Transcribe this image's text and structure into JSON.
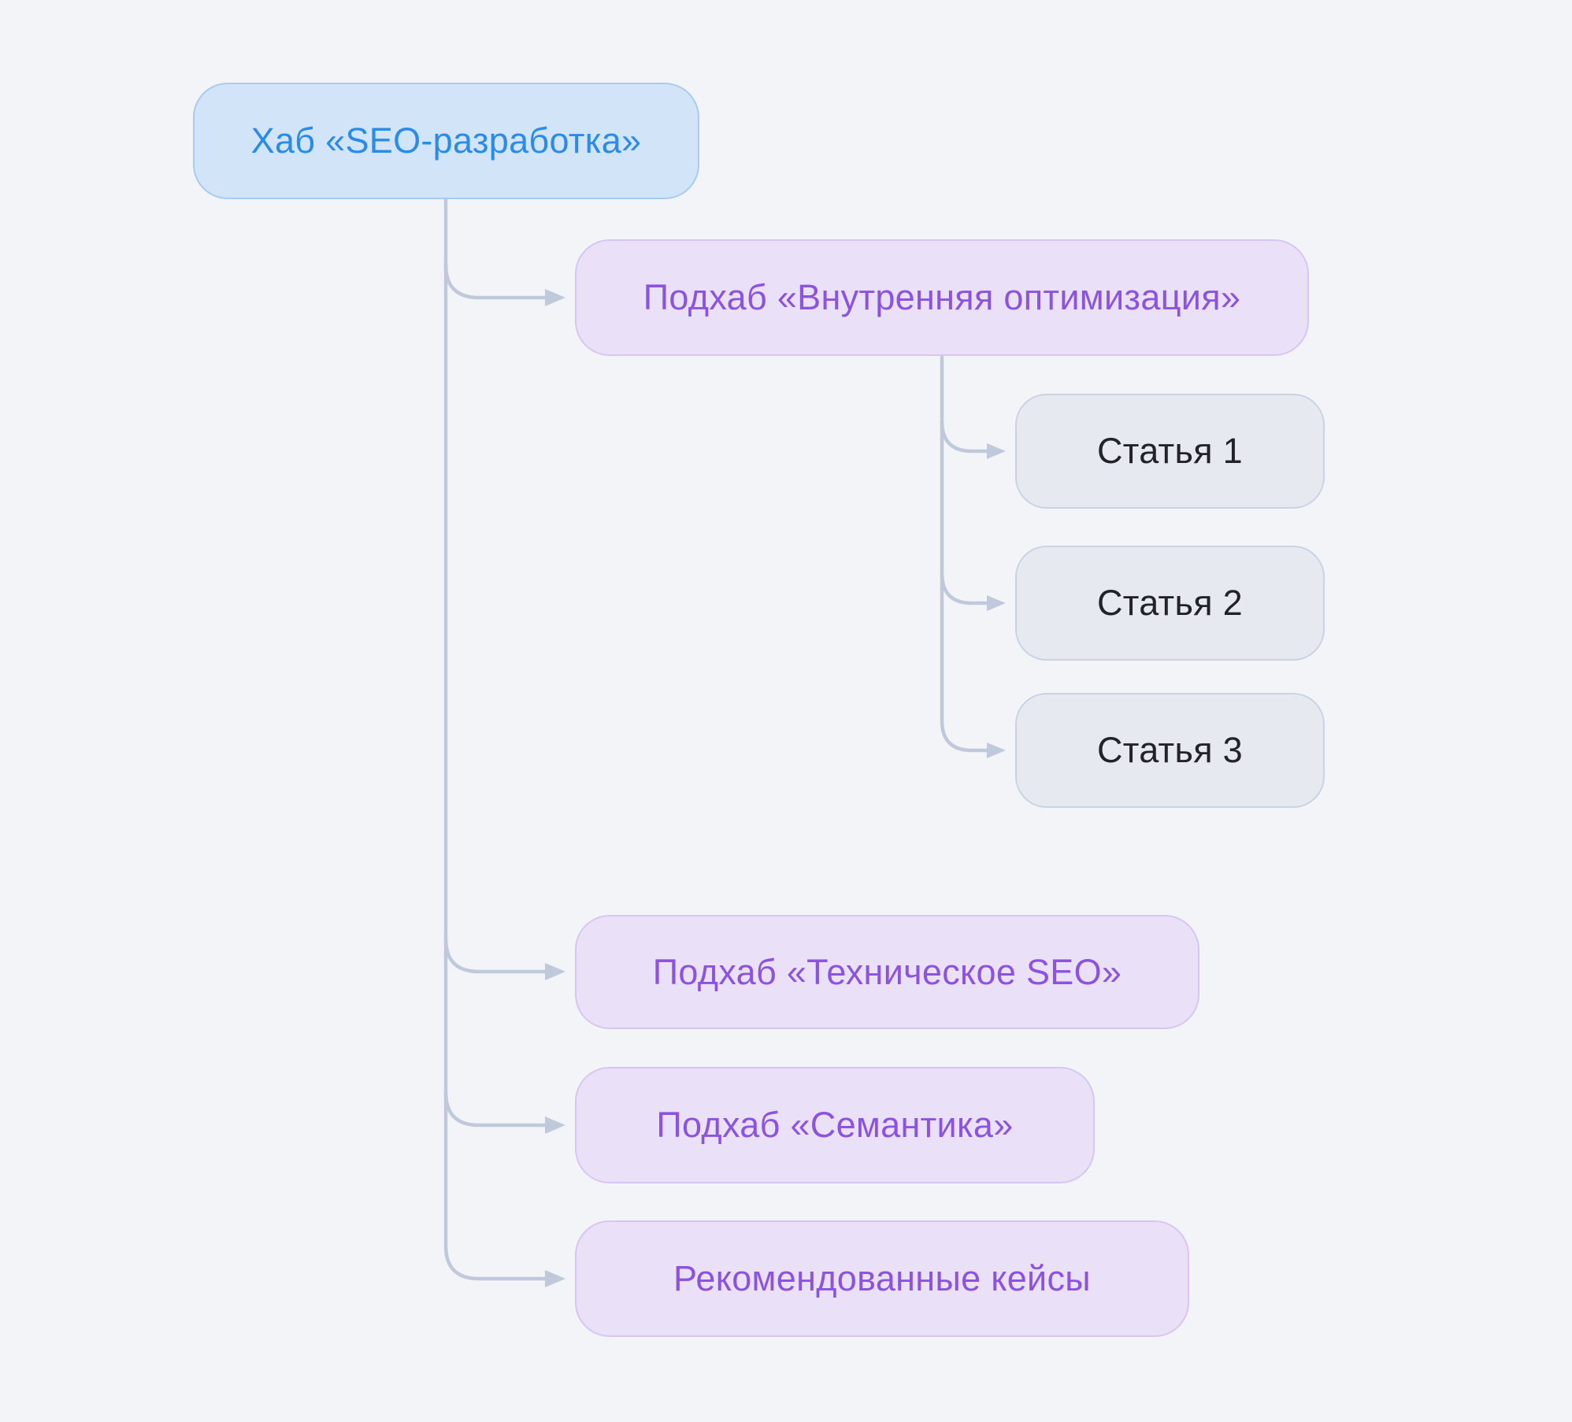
{
  "diagram": {
    "type": "hub-and-spoke content structure",
    "nodes": {
      "hub": {
        "label": "Хаб «SEO-разработка»",
        "level": "hub"
      },
      "subhub_internal": {
        "label": "Подхаб «Внутренняя оптимизация»",
        "level": "subhub"
      },
      "article_1": {
        "label": "Статья 1",
        "level": "article"
      },
      "article_2": {
        "label": "Статья 2",
        "level": "article"
      },
      "article_3": {
        "label": "Статья 3",
        "level": "article"
      },
      "subhub_technical": {
        "label": "Подхаб «Техническое SEO»",
        "level": "subhub"
      },
      "subhub_semantics": {
        "label": "Подхаб «Семантика»",
        "level": "subhub"
      },
      "recommended_cases": {
        "label": "Рекомендованные кейсы",
        "level": "subhub"
      }
    },
    "edges": [
      {
        "from": "hub",
        "to": "subhub_internal"
      },
      {
        "from": "subhub_internal",
        "to": "article_1"
      },
      {
        "from": "subhub_internal",
        "to": "article_2"
      },
      {
        "from": "subhub_internal",
        "to": "article_3"
      },
      {
        "from": "hub",
        "to": "subhub_technical"
      },
      {
        "from": "hub",
        "to": "subhub_semantics"
      },
      {
        "from": "hub",
        "to": "recommended_cases"
      }
    ]
  },
  "colors": {
    "canvas_bg": "#f2f4f8",
    "hub_fill": "#d2e4f8",
    "hub_border": "#a9cbee",
    "hub_text": "#2b8be8",
    "subhub_fill": "#eae1f8",
    "subhub_border": "#d7c6f2",
    "subhub_text": "#8b53e0",
    "article_fill": "#e7e9f1",
    "article_border": "#c8d3e3",
    "article_text": "#212329",
    "connector": "#bfc9db"
  }
}
